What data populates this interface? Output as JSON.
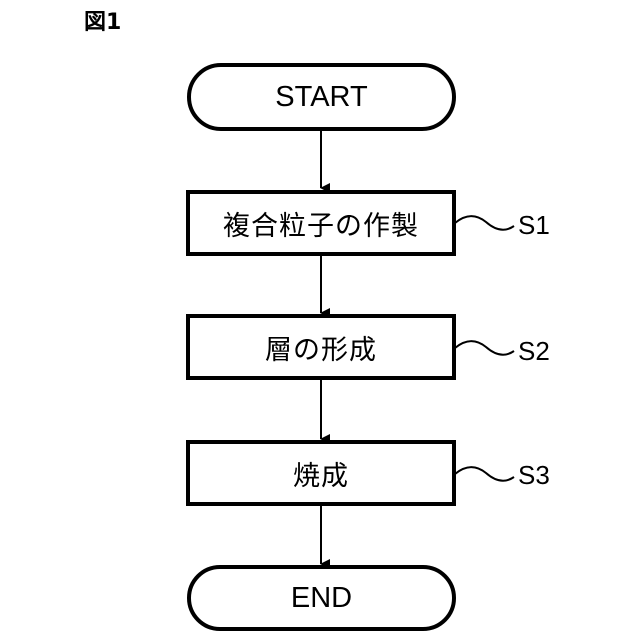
{
  "figure": {
    "label": "図1"
  },
  "flowchart": {
    "start": {
      "label": "START"
    },
    "steps": [
      {
        "label": "複合粒子の作製",
        "id": "S1"
      },
      {
        "label": "層の形成",
        "id": "S2"
      },
      {
        "label": "焼成",
        "id": "S3"
      }
    ],
    "end": {
      "label": "END"
    }
  },
  "colors": {
    "line": "#000000",
    "background": "#ffffff"
  }
}
